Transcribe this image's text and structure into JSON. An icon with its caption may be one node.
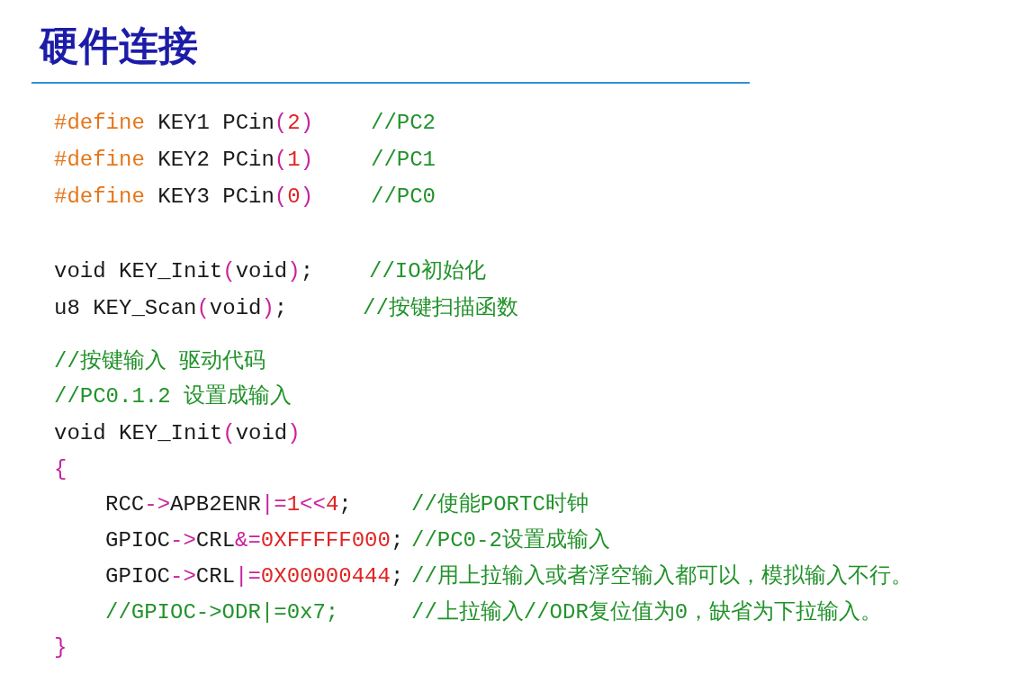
{
  "diagram": {
    "title": "硬件连接",
    "labels": [
      "#define KEY1 PCin(2)",
      "//PC2",
      "#define KEY2 PCin(1)",
      "//PC1",
      "#define KEY3 PCin(0)",
      "//PC0",
      "void KEY_Init(void);",
      "//IO初始化",
      "u8 KEY_Scan(void);",
      "//按键扫描函数",
      "//按键输入 驱动代码",
      "//PC0.1.2 设置成输入",
      "void KEY_Init(void)",
      "{",
      "RCC->APB2ENR|=1<<4;",
      "//使能PORTC时钟",
      "GPIOC->CRL&=0XFFFFF000;",
      "//PC0-2设置成输入",
      "GPIOC->CRL|=0X00000444;",
      "//用上拉输入或者浮空输入都可以，模拟输入不行。",
      "//GPIOC->ODR|=0x7;",
      "//上拉输入//ODR复位值为0，缺省为下拉输入。",
      "}"
    ]
  }
}
